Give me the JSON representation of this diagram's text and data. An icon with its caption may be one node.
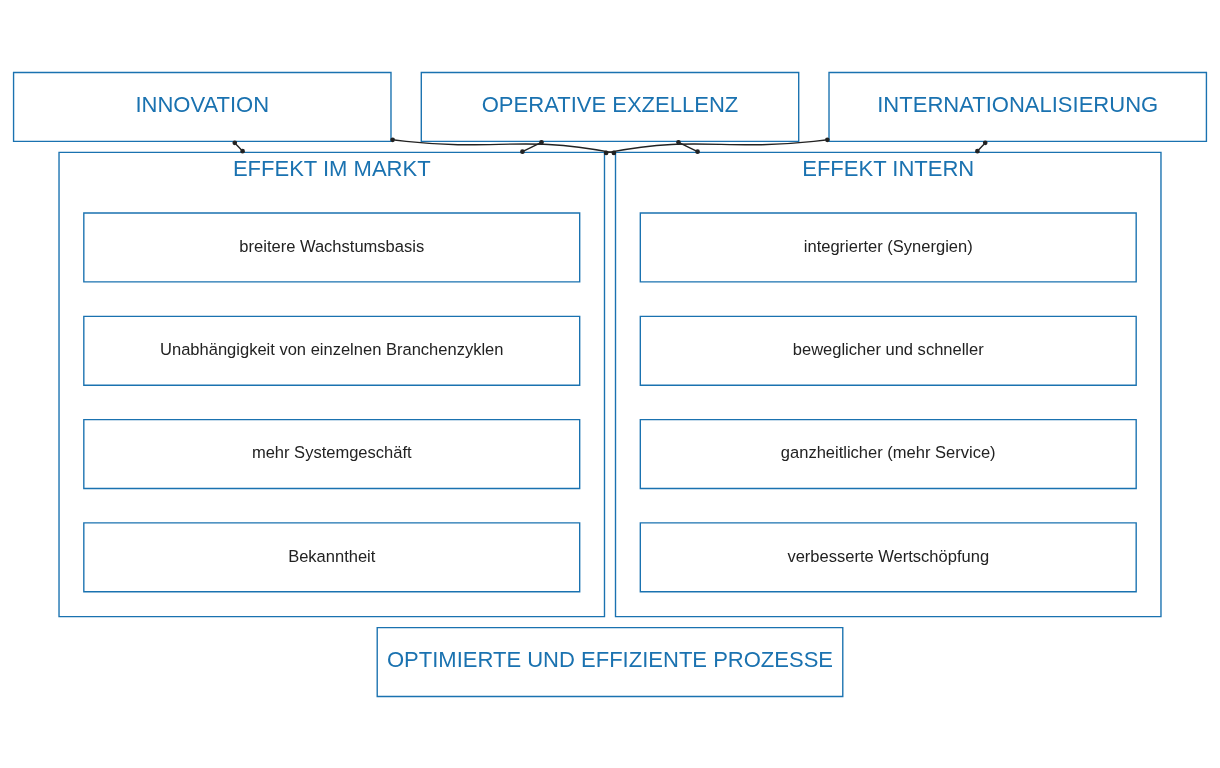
{
  "diagram": {
    "nodes": [
      {
        "text": [
          "INTERNATIONALISIERUNG"
        ]
      },
      {
        "text": [
          "INNOVATION"
        ]
      },
      {
        "text": [
          "OPERATIVE EXZELLENZ"
        ]
      },
      {
        "text": [
          "EFFEKT IM MARKT"
        ]
      },
      {
        "text": [
          "breitere Wachstumsbasis"
        ],
        "in": 3
      },
      {
        "text": [
          "Unabhängigkeit von einzelnen Branchenzyklen"
        ],
        "in": 3
      },
      {
        "text": [
          "mehr Systemgeschäft"
        ],
        "in": 3
      },
      {
        "text": [
          "Bekanntheit"
        ],
        "in": 3
      },
      {
        "text": [
          "EFFEKT INTERN"
        ]
      },
      {
        "text": [
          "integrierter (Synergien)"
        ],
        "in": 8
      },
      {
        "text": [
          "beweglicher und schneller"
        ],
        "in": 8
      },
      {
        "text": [
          "ganzheitlicher (mehr Service)"
        ],
        "in": 8
      },
      {
        "text": [
          "verbesserte Wertschöpfung"
        ],
        "in": 8
      },
      {
        "text": [
          "OPTIMIERTE UND EFFIZIENTE PROZESSE"
        ]
      }
    ],
    "edges": [
      {
        "from": 0,
        "to": 3,
        "arrow": "other"
      },
      {
        "from": 1,
        "to": 3,
        "arrow": "other"
      },
      {
        "from": 2,
        "to": 3,
        "arrow": "other"
      },
      {
        "from": 0,
        "to": 8,
        "arrow": "other"
      },
      {
        "from": 1,
        "to": 8,
        "arrow": "other"
      },
      {
        "from": 2,
        "to": 8,
        "arrow": "other"
      }
    ]
  }
}
